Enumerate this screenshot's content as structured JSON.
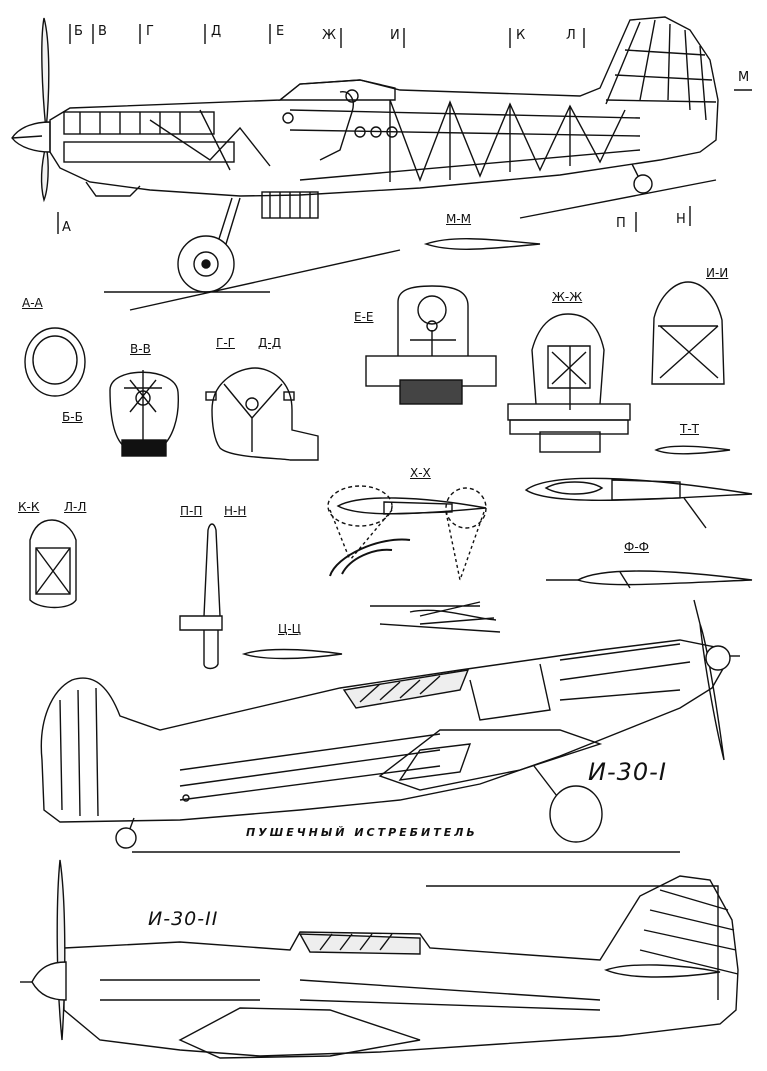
{
  "station_labels": {
    "A": "А",
    "B": "Б",
    "V": "В",
    "G": "Г",
    "D": "Д",
    "E": "Е",
    "Zh": "Ж",
    "I": "И",
    "K": "К",
    "L": "Л",
    "M": "М",
    "P": "П",
    "N": "Н"
  },
  "section_labels": {
    "mm": "М-М",
    "aa": "А-А",
    "bb": "Б-Б",
    "vv": "В-В",
    "gg": "Г-Г",
    "dd": "Д-Д",
    "ee": "Е-Е",
    "zhzh": "Ж-Ж",
    "ii": "И-И",
    "tt": "Т-Т",
    "xx": "Х-Х",
    "kk": "К-К",
    "ll": "Л-Л",
    "pp": "П-П",
    "nn": "Н-Н",
    "ff": "Ф-Ф",
    "cc": "Ц-Ц"
  },
  "aircraft": {
    "top_name": "И-30-I",
    "top_caption": "ПУШЕЧНЫЙ ИСТРЕБИТЕЛЬ",
    "bottom_name": "И-30-II"
  },
  "colors": {
    "ink": "#111111",
    "paper": "#ffffff"
  }
}
